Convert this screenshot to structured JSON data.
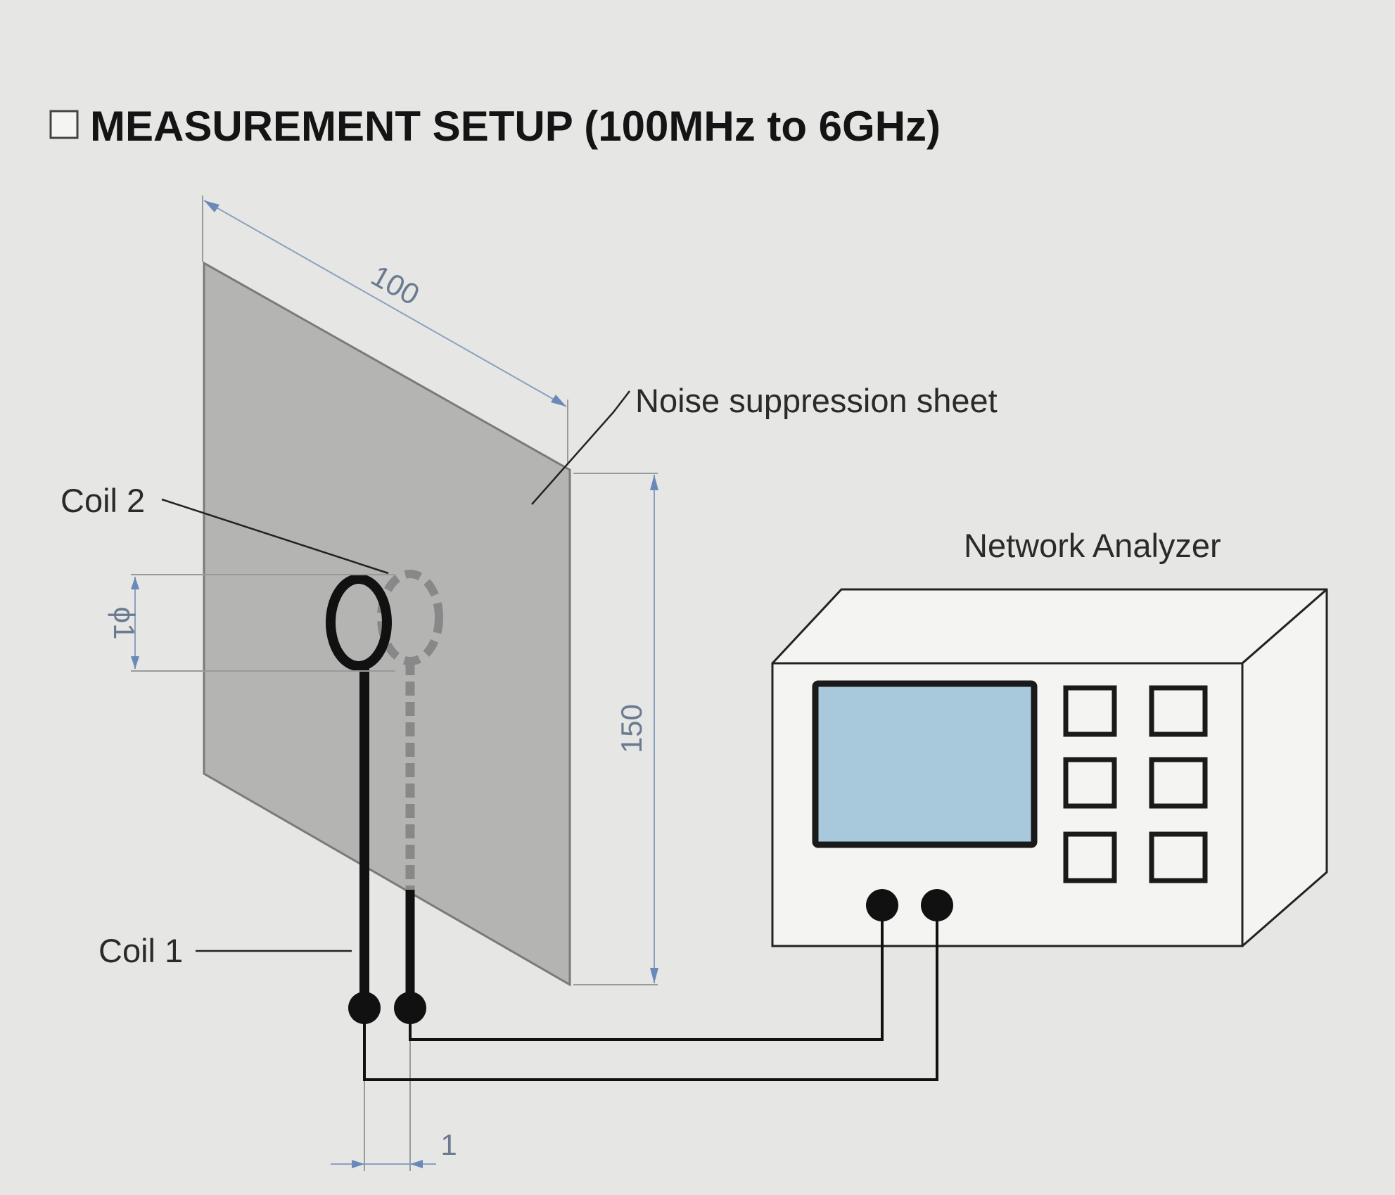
{
  "heading": {
    "checkbox": "☐",
    "title": "MEASUREMENT SETUP (100MHz to 6GHz)"
  },
  "labels": {
    "sheet": "Noise suppression sheet",
    "coil2": "Coil 2",
    "coil1": "Coil 1",
    "analyzer": "Network Analyzer"
  },
  "dimensions": {
    "width": "100",
    "height": "150",
    "loop_diameter": "ϕ1",
    "gap": "1"
  },
  "colors": {
    "background": "#e6e6e4",
    "sheet": "#b4b4b2",
    "screen": "#a8c8dc",
    "analyzer_body": "#f4f4f2",
    "dimension": "#8aa0c0"
  }
}
